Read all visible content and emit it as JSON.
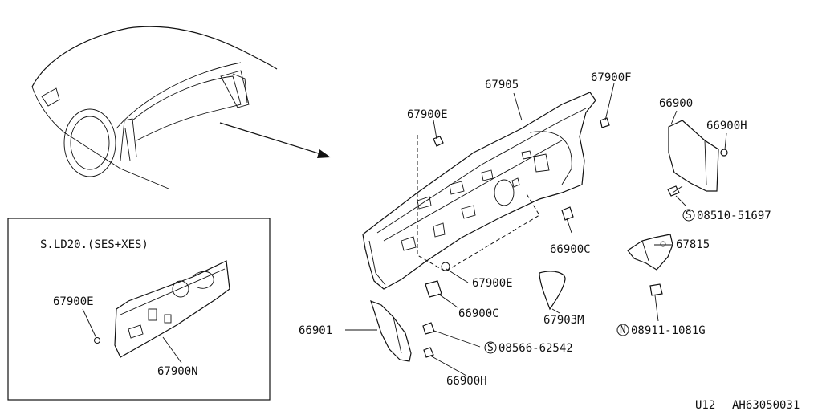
{
  "inset": {
    "title": "S.LD20.(SES+XES)",
    "labels": {
      "part_67900E": "67900E",
      "part_67900N": "67900N"
    }
  },
  "callouts": {
    "p67905": "67905",
    "p67900F": "67900F",
    "p67900E_top": "67900E",
    "p66900": "66900",
    "p66900H_top": "66900H",
    "p08510": "08510-51697",
    "p08510_mark": "S",
    "p66900C_right": "66900C",
    "p67815": "67815",
    "p67900E_mid": "67900E",
    "p66900C_low": "66900C",
    "p67903M": "67903M",
    "p08911": "08911-1081G",
    "p08911_mark": "N",
    "p66901": "66901",
    "p08566": "08566-62542",
    "p08566_mark": "S",
    "p66900H_low": "66900H"
  },
  "footer": {
    "section": "U12",
    "code": "AH63050031"
  }
}
